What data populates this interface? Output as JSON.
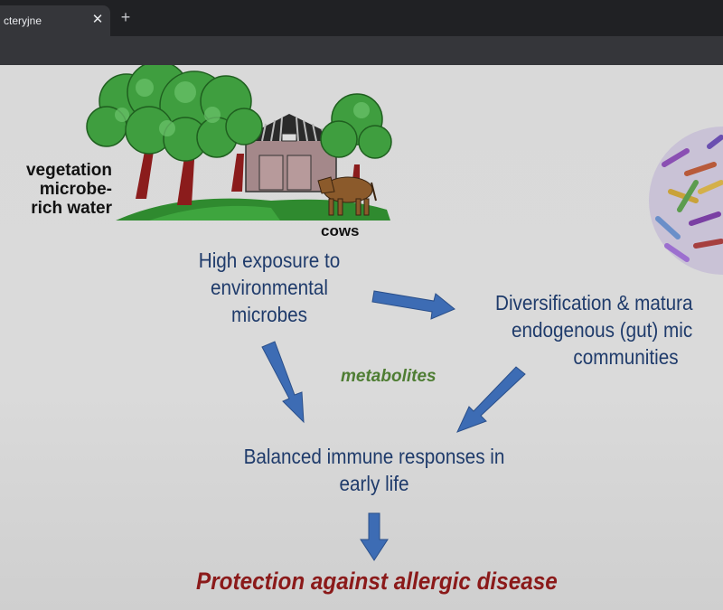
{
  "browser": {
    "tab_title": "cteryjne",
    "tab_close": "✕",
    "new_tab": "+"
  },
  "slide": {
    "side_label_lines": [
      "vegetation",
      "microbe-",
      "rich water"
    ],
    "cows_label": "cows",
    "exposure_lines": [
      "High exposure to",
      "environmental",
      "microbes"
    ],
    "diversification_lines": [
      "Diversification & matura",
      "endogenous (gut) mic",
      "communities"
    ],
    "metabolites_label": "metabolites",
    "balanced_lines": [
      "Balanced immune responses in",
      "early life"
    ],
    "protection_label": "Protection against allergic disease"
  },
  "colors": {
    "arrow_blue": "#3d6cb4",
    "text_blue": "#1f3b6b",
    "metabolites_green": "#4e7d33",
    "protection_red": "#8b1a1a",
    "slide_bg": "#d9d9d9"
  }
}
